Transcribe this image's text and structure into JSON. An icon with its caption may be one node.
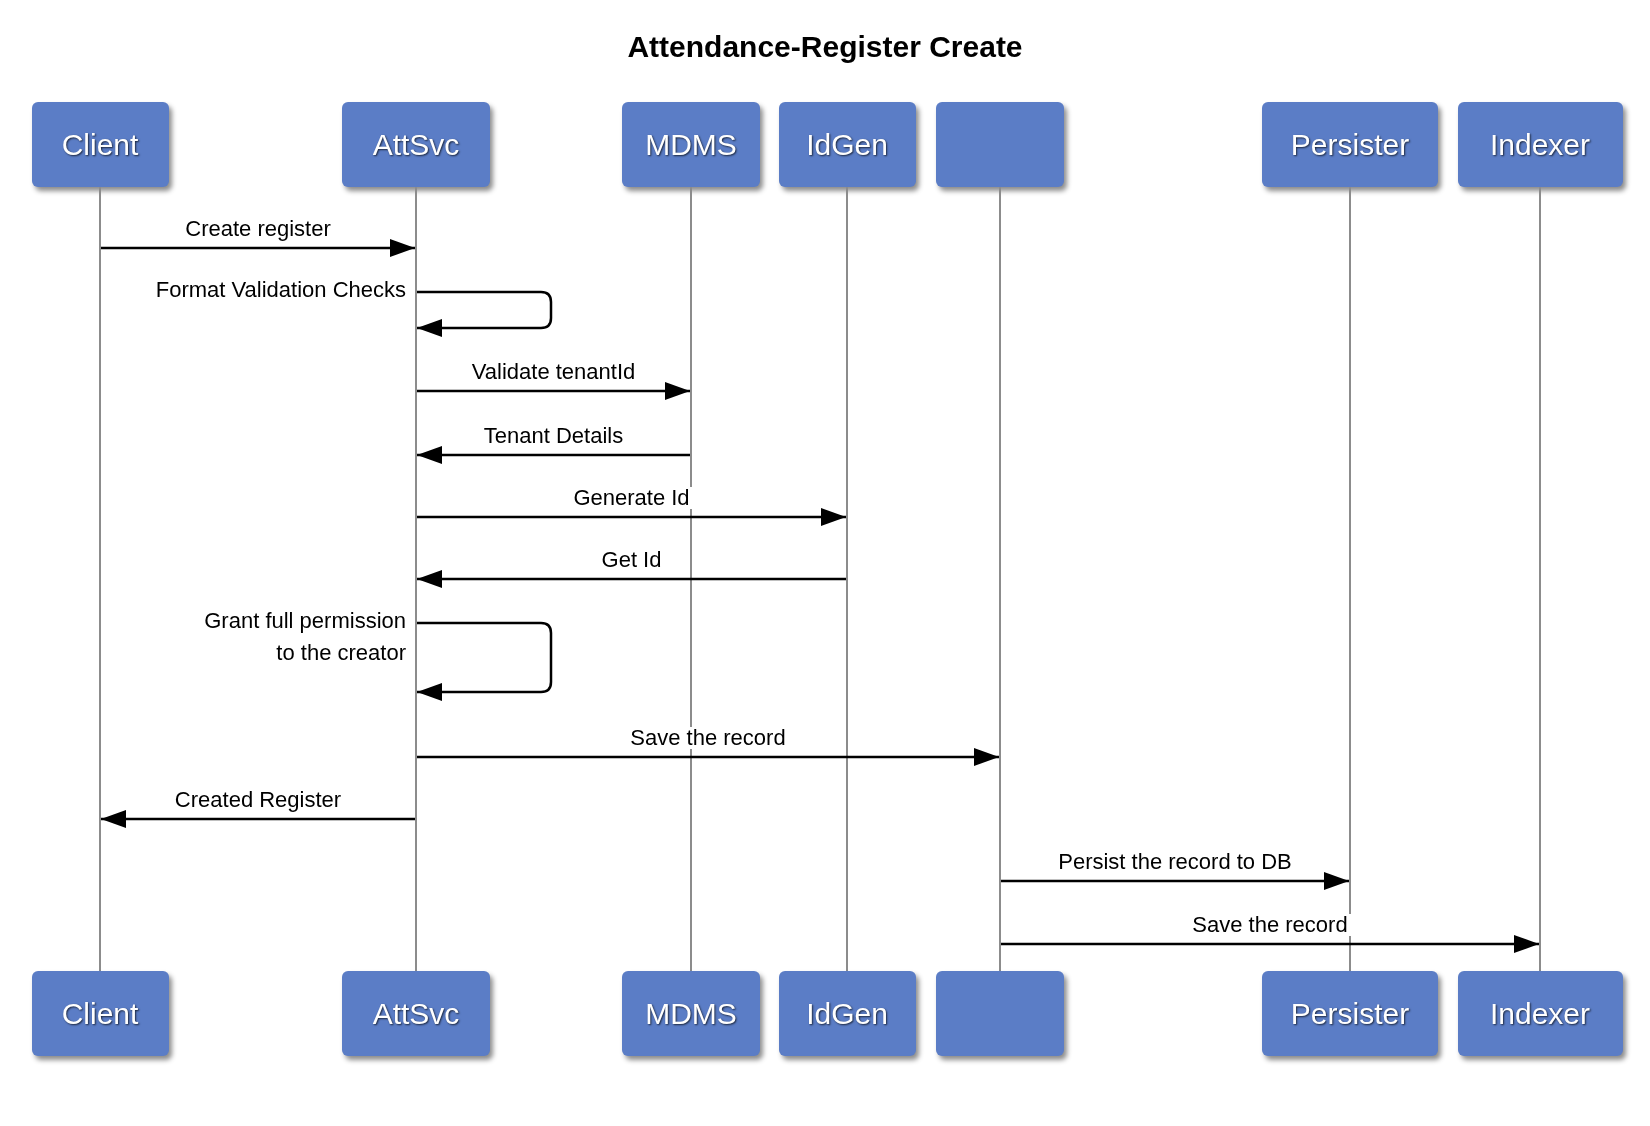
{
  "diagram": {
    "title": "Attendance-Register Create",
    "nodes": [
      {
        "text": [
          "Client"
        ]
      },
      {
        "text": [
          "AttSvc"
        ]
      },
      {
        "text": [
          "MDMS"
        ]
      },
      {
        "text": [
          "IdGen"
        ]
      },
      {
        "text": [],
        "shape": "box"
      },
      {
        "text": [
          "Persister"
        ]
      },
      {
        "text": [
          "Indexer"
        ]
      },
      {
        "text": [],
        "shape": "line"
      },
      {
        "text": [],
        "shape": "line"
      },
      {
        "text": [],
        "shape": "line"
      },
      {
        "text": [],
        "shape": "line"
      },
      {
        "text": [],
        "shape": "line"
      },
      {
        "text": [],
        "shape": "line"
      },
      {
        "text": [],
        "shape": "line"
      },
      {
        "text": [
          "Client"
        ]
      },
      {
        "text": [
          "AttSvc"
        ]
      },
      {
        "text": [
          "MDMS"
        ]
      },
      {
        "text": [
          "IdGen"
        ]
      },
      {
        "text": [],
        "shape": "box"
      },
      {
        "text": [
          "Persister"
        ]
      },
      {
        "text": [
          "Indexer"
        ]
      }
    ],
    "edges": [
      {
        "from": 7,
        "to": 8,
        "arrow": "to",
        "label": "Create register"
      },
      {
        "from": 8,
        "to": 8,
        "arrow": "to",
        "label": "Format Validation Checks"
      },
      {
        "from": 8,
        "to": 9,
        "arrow": "to",
        "label": "Validate tenantId"
      },
      {
        "from": 9,
        "to": 8,
        "arrow": "to",
        "label": "Tenant Details"
      },
      {
        "from": 8,
        "to": 10,
        "arrow": "to",
        "label": "Generate Id"
      },
      {
        "from": 10,
        "to": 8,
        "arrow": "to",
        "label": "Get Id"
      },
      {
        "from": 8,
        "to": 8,
        "arrow": "to",
        "label": "Grant full permission to the creator"
      },
      {
        "from": 8,
        "to": 11,
        "arrow": "to",
        "label": "Save the record"
      },
      {
        "from": 8,
        "to": 7,
        "arrow": "to",
        "label": "Created Register"
      },
      {
        "from": 11,
        "to": 12,
        "arrow": "to",
        "label": "Persist the record to DB"
      },
      {
        "from": 11,
        "to": 13,
        "arrow": "to",
        "label": "Save the record"
      }
    ]
  }
}
